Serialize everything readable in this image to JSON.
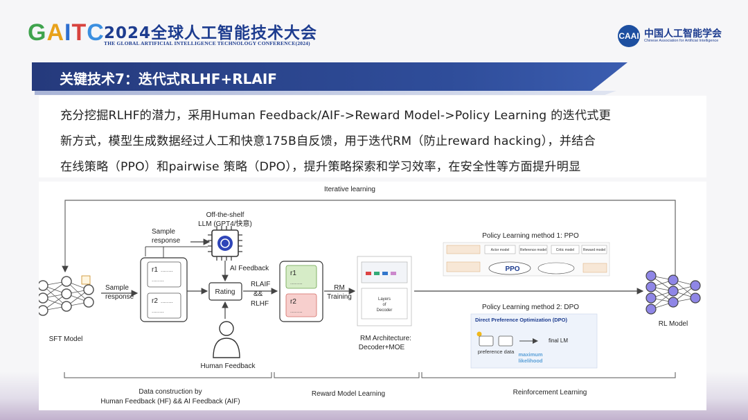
{
  "header": {
    "logo_letters": [
      "G",
      "A",
      "I",
      "T",
      "C"
    ],
    "logo_colors": [
      "#3fa34d",
      "#e8a21b",
      "#2f6fd0",
      "#d8423d",
      "#3b8fe0"
    ],
    "conference_title": "2024全球人工智能技术大会",
    "conference_subtitle": "THE GLOBAL ARTIFICIAL INTELLIGENCE TECHNOLOGY CONFERENCE(2024)",
    "org_badge": "CAAI",
    "org_name": "中国人工智能学会",
    "org_name_en": "Chinese Association for Artificial Intelligence"
  },
  "section_title": "关键技术7：迭代式RLHF+RLAIF",
  "description": [
    "充分挖掘RLHF的潜力，采用Human Feedback/AIF->Reward Model->Policy Learning 的迭代式更",
    "新方式，模型生成数据经过人工和快意175B自反馈，用于迭代RM（防止reward hacking），并结合",
    "在线策略（PPO）和pairwise 策略（DPO），提升策略探索和学习效率，在安全性等方面提升明显"
  ],
  "diagram": {
    "iterative_label": "Iterative learning",
    "sft_label": "SFT Model",
    "sample_response_1": [
      "Sample",
      "response"
    ],
    "sample_response_2": [
      "Sample",
      "response"
    ],
    "r1": "r1",
    "r2": "r2",
    "dots": "........",
    "llm_label": [
      "Off-the-shelf",
      "LLM (GPT4/快意)"
    ],
    "ai_feedback": "AI Feedback",
    "rating": "Rating",
    "human_feedback": "Human Feedback",
    "rlaif_rlhf": [
      "RLAIF",
      "&&",
      "RLHF"
    ],
    "rm_training": [
      "RM",
      "Training"
    ],
    "rm_inner": [
      "Layers",
      "of",
      "Decoder"
    ],
    "rm_architecture": [
      "RM Architecture:",
      "Decoder+MOE"
    ],
    "ppo_title": "Policy Learning method 1: PPO",
    "ppo_center": "PPO",
    "ppo_models": [
      "Actor model",
      "Reference model",
      "Critic model",
      "Reward model"
    ],
    "dpo_title": "Policy Learning method 2: DPO",
    "dpo_box_title": "Direct Preference Optimization (DPO)",
    "dpo_preference": "preference data",
    "dpo_final": "final LM",
    "dpo_ml": [
      "maximum",
      "likelihood"
    ],
    "rl_label": "RL Model",
    "stage_1": [
      "Data construction by",
      "Human Feedback (HF) && AI Feedback (AIF)"
    ],
    "stage_2": "Reward Model Learning",
    "stage_3": "Reinforcement Learning"
  }
}
